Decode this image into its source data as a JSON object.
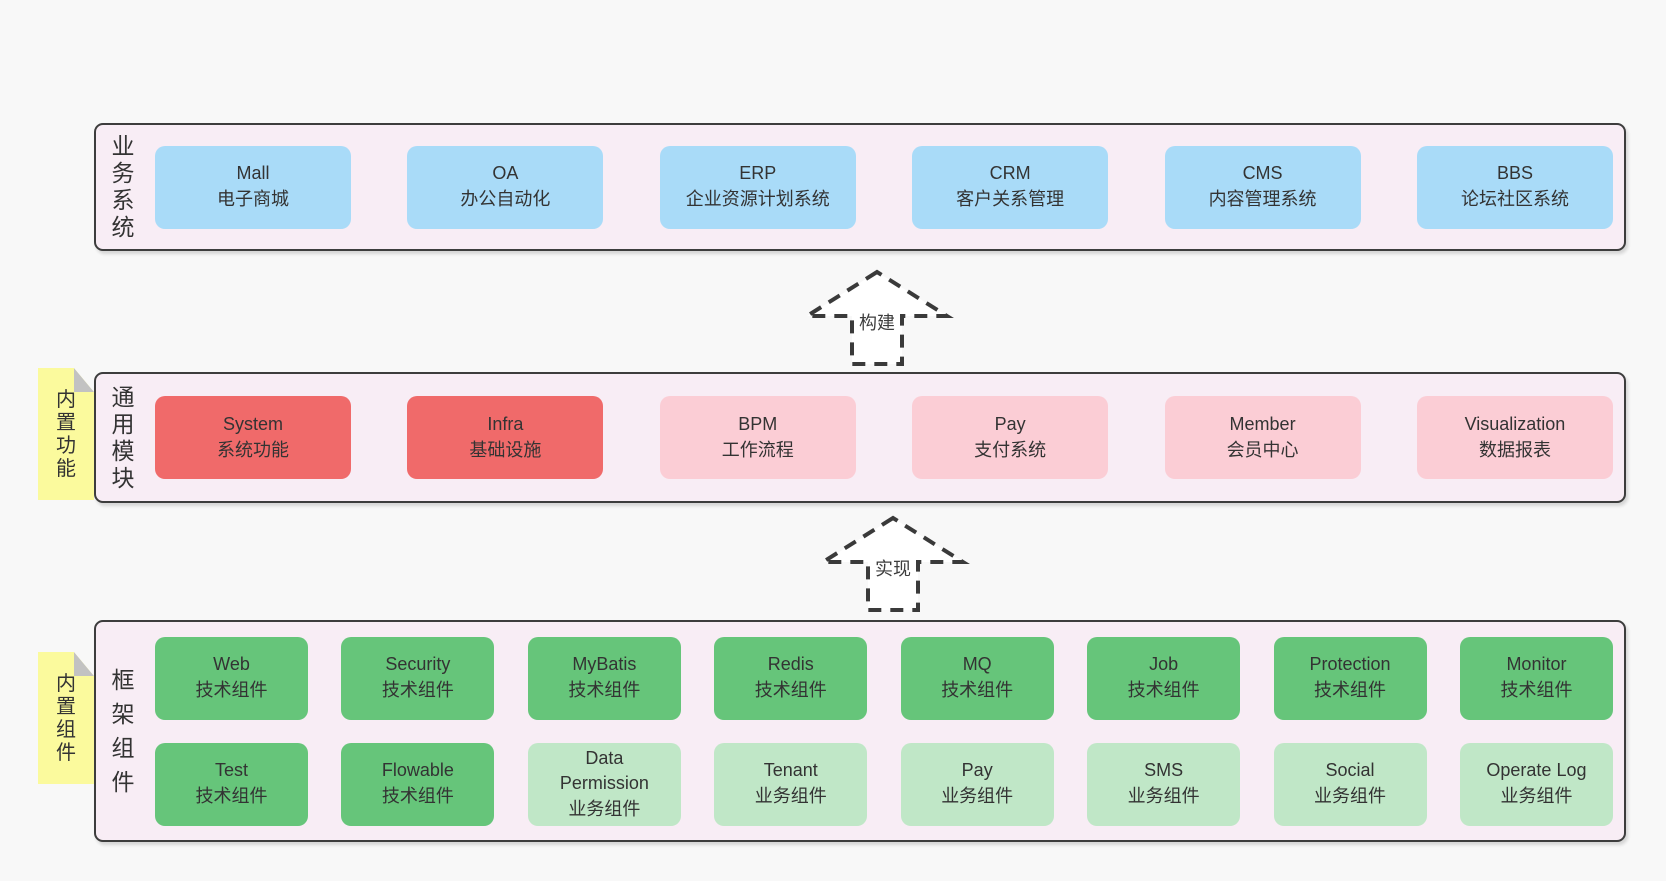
{
  "colors": {
    "page_bg": "#f8f8f8",
    "layer_bg": "#f8edf5",
    "layer_border": "#3d3d3d",
    "blue": "#a9dbf8",
    "red": "#f06a6a",
    "pink": "#fbcdd5",
    "green": "#66c57a",
    "light_green": "#c0e7c7",
    "yellow": "#fbfa9d",
    "fold_gray": "#c2c2c2",
    "text": "#333333"
  },
  "layers": [
    {
      "id": "business-systems",
      "label": "业务系统",
      "sticky": null,
      "box_rows": [
        [
          {
            "title": "Mall",
            "subtitle": "电子商城",
            "variant": "blue"
          },
          {
            "title": "OA",
            "subtitle": "办公自动化",
            "variant": "blue"
          },
          {
            "title": "ERP",
            "subtitle": "企业资源计划系统",
            "variant": "blue"
          },
          {
            "title": "CRM",
            "subtitle": "客户关系管理",
            "variant": "blue"
          },
          {
            "title": "CMS",
            "subtitle": "内容管理系统",
            "variant": "blue"
          },
          {
            "title": "BBS",
            "subtitle": "论坛社区系统",
            "variant": "blue"
          }
        ]
      ]
    },
    {
      "id": "common-modules",
      "label": "通用模块",
      "sticky": "内置功能",
      "box_rows": [
        [
          {
            "title": "System",
            "subtitle": "系统功能",
            "variant": "red"
          },
          {
            "title": "Infra",
            "subtitle": "基础设施",
            "variant": "red"
          },
          {
            "title": "BPM",
            "subtitle": "工作流程",
            "variant": "pink"
          },
          {
            "title": "Pay",
            "subtitle": "支付系统",
            "variant": "pink"
          },
          {
            "title": "Member",
            "subtitle": "会员中心",
            "variant": "pink"
          },
          {
            "title": "Visualization",
            "subtitle": "数据报表",
            "variant": "pink"
          }
        ]
      ]
    },
    {
      "id": "framework-components",
      "label": "框架组件",
      "sticky": "内置组件",
      "box_rows": [
        [
          {
            "title": "Web",
            "subtitle": "技术组件",
            "variant": "green"
          },
          {
            "title": "Security",
            "subtitle": "技术组件",
            "variant": "green"
          },
          {
            "title": "MyBatis",
            "subtitle": "技术组件",
            "variant": "green"
          },
          {
            "title": "Redis",
            "subtitle": "技术组件",
            "variant": "green"
          },
          {
            "title": "MQ",
            "subtitle": "技术组件",
            "variant": "green"
          },
          {
            "title": "Job",
            "subtitle": "技术组件",
            "variant": "green"
          },
          {
            "title": "Protection",
            "subtitle": "技术组件",
            "variant": "green"
          },
          {
            "title": "Monitor",
            "subtitle": "技术组件",
            "variant": "green"
          }
        ],
        [
          {
            "title": "Test",
            "subtitle": "技术组件",
            "variant": "green"
          },
          {
            "title": "Flowable",
            "subtitle": "技术组件",
            "variant": "green"
          },
          {
            "title": "Data\nPermission",
            "subtitle": "业务组件",
            "variant": "light_green"
          },
          {
            "title": "Tenant",
            "subtitle": "业务组件",
            "variant": "light_green"
          },
          {
            "title": "Pay",
            "subtitle": "业务组件",
            "variant": "light_green"
          },
          {
            "title": "SMS",
            "subtitle": "业务组件",
            "variant": "light_green"
          },
          {
            "title": "Social",
            "subtitle": "业务组件",
            "variant": "light_green"
          },
          {
            "title": "Operate Log",
            "subtitle": "业务组件",
            "variant": "light_green"
          }
        ]
      ]
    }
  ],
  "arrows": [
    {
      "label": "构建"
    },
    {
      "label": "实现"
    }
  ]
}
